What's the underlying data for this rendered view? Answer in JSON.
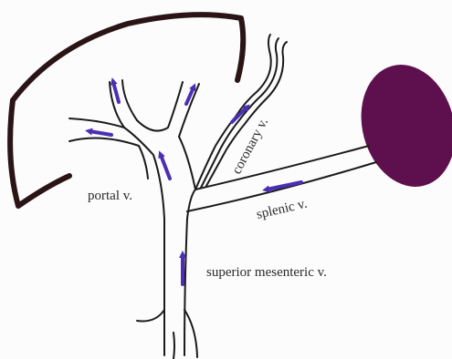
{
  "diagram": {
    "labels": {
      "portal": "portal v.",
      "coronary": "coronary v.",
      "splenic": "splenic v.",
      "superior_mesenteric": "superior mesenteric v."
    },
    "colors": {
      "liver_outline": "#2a1416",
      "spleen": "#5e0f4e",
      "arrow": "#4a2fb5",
      "vessel": "#1a1a1a"
    }
  }
}
